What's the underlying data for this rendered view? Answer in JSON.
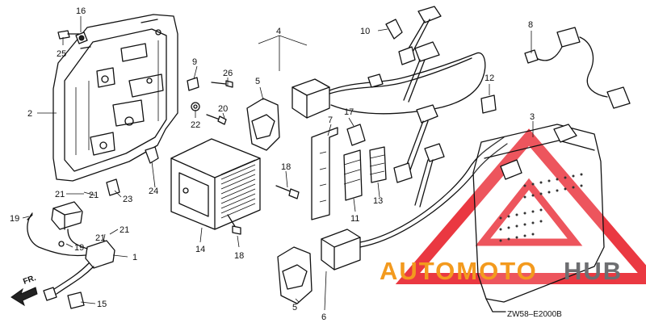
{
  "diagram": {
    "code": "ZW58–E2000B",
    "direction_label": "FR.",
    "callouts": [
      {
        "id": "c1",
        "label": "1"
      },
      {
        "id": "c2",
        "label": "2"
      },
      {
        "id": "c3",
        "label": "3"
      },
      {
        "id": "c4",
        "label": "4"
      },
      {
        "id": "c5a",
        "label": "5"
      },
      {
        "id": "c5b",
        "label": "5"
      },
      {
        "id": "c6",
        "label": "6"
      },
      {
        "id": "c7",
        "label": "7"
      },
      {
        "id": "c8",
        "label": "8"
      },
      {
        "id": "c9",
        "label": "9"
      },
      {
        "id": "c10",
        "label": "10"
      },
      {
        "id": "c11",
        "label": "11"
      },
      {
        "id": "c12",
        "label": "12"
      },
      {
        "id": "c13",
        "label": "13"
      },
      {
        "id": "c14",
        "label": "14"
      },
      {
        "id": "c15",
        "label": "15"
      },
      {
        "id": "c16",
        "label": "16"
      },
      {
        "id": "c17",
        "label": "17"
      },
      {
        "id": "c18a",
        "label": "18"
      },
      {
        "id": "c18b",
        "label": "18"
      },
      {
        "id": "c19a",
        "label": "19"
      },
      {
        "id": "c19b",
        "label": "19"
      },
      {
        "id": "c20",
        "label": "20"
      },
      {
        "id": "c21a",
        "label": "21"
      },
      {
        "id": "c21b",
        "label": "21"
      },
      {
        "id": "c21c",
        "label": "21"
      },
      {
        "id": "c21d",
        "label": "21"
      },
      {
        "id": "c22",
        "label": "22"
      },
      {
        "id": "c23",
        "label": "23"
      },
      {
        "id": "c24",
        "label": "24"
      },
      {
        "id": "c25",
        "label": "25"
      },
      {
        "id": "c26",
        "label": "26"
      }
    ]
  },
  "watermark": {
    "text_orange": "AUTOMOTO",
    "text_grey": "HUB",
    "color_red": "#e8232d",
    "color_orange": "#f39a1e",
    "color_grey": "#6d6e71"
  }
}
